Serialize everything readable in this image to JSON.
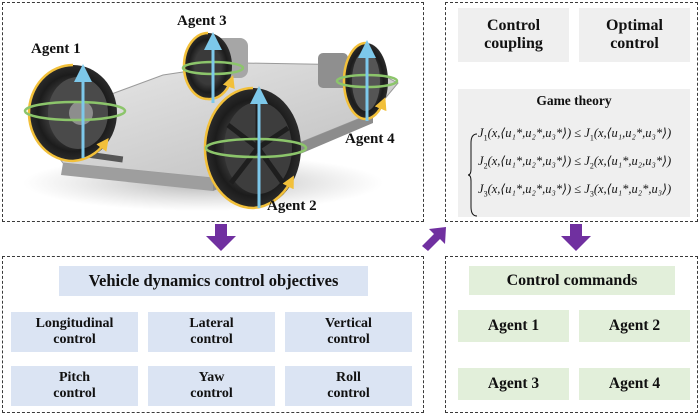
{
  "vehicle_panel": {
    "image_description": "skateboard vehicle chassis with four in-wheel agents",
    "agents": [
      {
        "label": "Agent 1"
      },
      {
        "label": "Agent 2"
      },
      {
        "label": "Agent 3"
      },
      {
        "label": "Agent 4"
      }
    ],
    "arrow_colors": {
      "vertical_axis": "#7dc8ea",
      "yaw_rotation": "#8cc56b",
      "spin_rotation": "#f2c03a"
    }
  },
  "theory_panel": {
    "boxes": [
      {
        "label_line1": "Control",
        "label_line2": "coupling"
      },
      {
        "label_line1": "Optimal",
        "label_line2": "control"
      }
    ],
    "game_theory": {
      "title": "Game theory",
      "equations": [
        {
          "lhs_J": "J",
          "lhs_idx": "1",
          "rhs_J": "J",
          "rhs_idx": "1",
          "lhs_args": "x,⟨u₁*,u₂*,u₃*⟩",
          "rhs_args": "x,⟨u₁,u₂*,u₃*⟩"
        },
        {
          "lhs_J": "J",
          "lhs_idx": "2",
          "rhs_J": "J",
          "rhs_idx": "2",
          "lhs_args": "x,⟨u₁*,u₂*,u₃*⟩",
          "rhs_args": "x,⟨u₁*,u₂,u₃*⟩"
        },
        {
          "lhs_J": "J",
          "lhs_idx": "3",
          "rhs_J": "J",
          "rhs_idx": "3",
          "lhs_args": "x,⟨u₁*,u₂*,u₃*⟩",
          "rhs_args": "x,⟨u₁*,u₂*,u₃⟩"
        }
      ],
      "relation": "≤"
    }
  },
  "objectives_panel": {
    "title": "Vehicle dynamics control objectives",
    "items": [
      {
        "line1": "Longitudinal",
        "line2": "control"
      },
      {
        "line1": "Lateral",
        "line2": "control"
      },
      {
        "line1": "Vertical",
        "line2": "control"
      },
      {
        "line1": "Pitch",
        "line2": "control"
      },
      {
        "line1": "Yaw",
        "line2": "control"
      },
      {
        "line1": "Roll",
        "line2": "control"
      }
    ]
  },
  "commands_panel": {
    "title": "Control commands",
    "agents": [
      "Agent 1",
      "Agent 2",
      "Agent 3",
      "Agent 4"
    ]
  },
  "colors": {
    "flow_arrow": "#7030a0",
    "gray_box": "#efefef",
    "blue_box": "#dbe4f3",
    "green_box": "#e2efda"
  }
}
